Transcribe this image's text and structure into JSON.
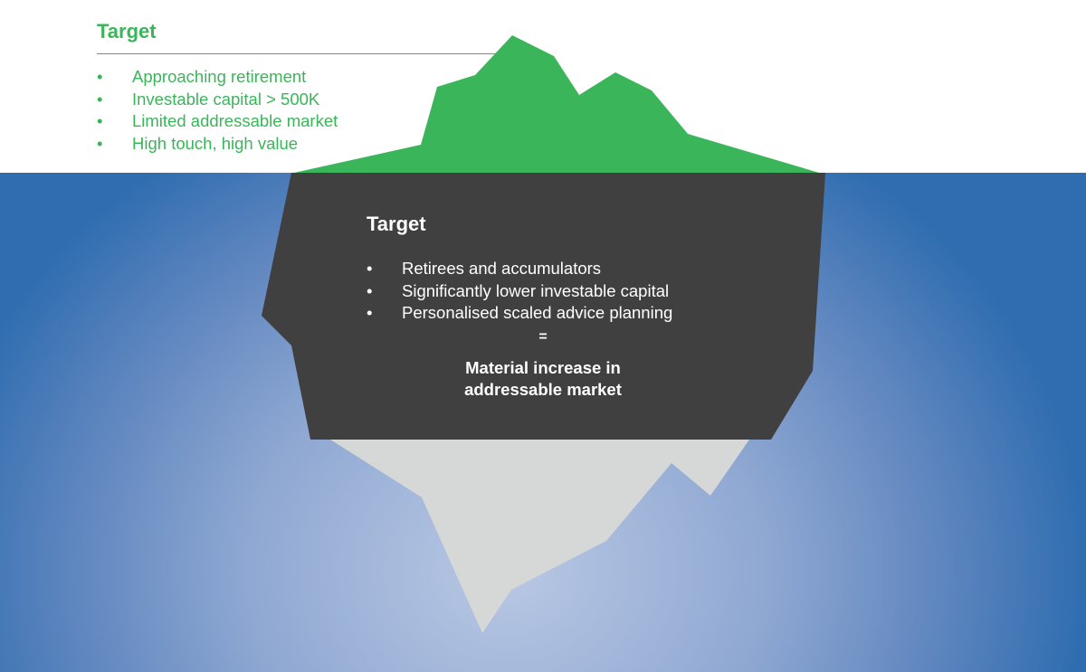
{
  "colors": {
    "above": "#3bb55a",
    "middle": "#404040",
    "below": "#d6d8d8",
    "sea_edge": "#2f6db0",
    "sea_center": "#b9c8e4"
  },
  "above_water": {
    "title": "Target",
    "items": [
      "Approaching retirement",
      "Investable capital > 500K",
      "Limited addressable market",
      "High touch, high value"
    ]
  },
  "below_water": {
    "title": "Target",
    "items": [
      "Retirees and accumulators",
      "Significantly lower investable capital",
      "Personalised scaled advice planning"
    ],
    "equals": "=",
    "conclusion_line1": "Material increase in",
    "conclusion_line2": "addressable market"
  },
  "bullet": "•"
}
